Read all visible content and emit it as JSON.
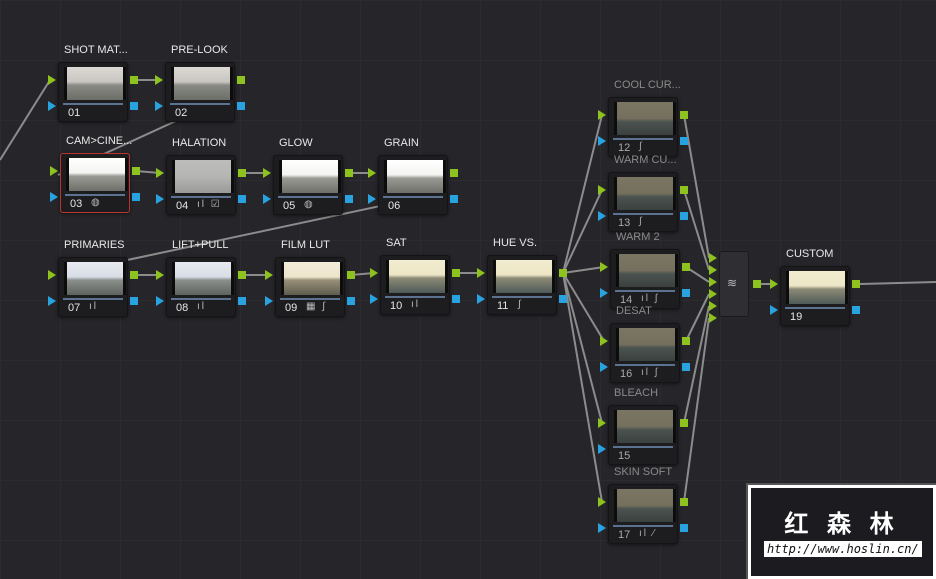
{
  "nodes": [
    {
      "id": "01",
      "label": "SHOT MAT...",
      "icons": "",
      "thumb": "grey",
      "selected": false,
      "dim": false
    },
    {
      "id": "02",
      "label": "PRE-LOOK",
      "icons": "",
      "thumb": "grey",
      "selected": false,
      "dim": false
    },
    {
      "id": "03",
      "label": "CAM>CINE...",
      "icons": "◍",
      "thumb": "bright",
      "selected": true,
      "dim": false
    },
    {
      "id": "04",
      "label": "HALATION",
      "icons": "ıl ☑",
      "thumb": "flat",
      "selected": false,
      "dim": false
    },
    {
      "id": "05",
      "label": "GLOW",
      "icons": "◍",
      "thumb": "bright",
      "selected": false,
      "dim": false
    },
    {
      "id": "06",
      "label": "GRAIN",
      "icons": "",
      "thumb": "bright",
      "selected": false,
      "dim": false
    },
    {
      "id": "07",
      "label": "PRIMARIES",
      "icons": "ıl",
      "thumb": "cool",
      "selected": false,
      "dim": false
    },
    {
      "id": "08",
      "label": "LIFT+PULL",
      "icons": "ıl",
      "thumb": "cool",
      "selected": false,
      "dim": false
    },
    {
      "id": "09",
      "label": "FILM LUT",
      "icons": "▦ ∫",
      "thumb": "warm",
      "selected": false,
      "dim": false
    },
    {
      "id": "10",
      "label": "SAT",
      "icons": "ıl",
      "thumb": "beige",
      "selected": false,
      "dim": false
    },
    {
      "id": "11",
      "label": "HUE VS.",
      "icons": "∫",
      "thumb": "beige",
      "selected": false,
      "dim": false
    },
    {
      "id": "12",
      "label": "COOL CUR...",
      "icons": "∫",
      "thumb": "olive",
      "selected": false,
      "dim": true
    },
    {
      "id": "13",
      "label": "WARM CU...",
      "icons": "∫",
      "thumb": "olive",
      "selected": false,
      "dim": true
    },
    {
      "id": "14",
      "label": "WARM 2",
      "icons": "ıl ∫",
      "thumb": "olive",
      "selected": false,
      "dim": true
    },
    {
      "id": "16",
      "label": "DESAT",
      "icons": "ıl ∫",
      "thumb": "olive",
      "selected": false,
      "dim": true
    },
    {
      "id": "15",
      "label": "BLEACH",
      "icons": "",
      "thumb": "olive",
      "selected": false,
      "dim": true
    },
    {
      "id": "17",
      "label": "SKIN SOFT",
      "icons": "ıl ⁄",
      "thumb": "olive",
      "selected": false,
      "dim": true
    },
    {
      "id": "19",
      "label": "CUSTOM",
      "icons": "",
      "thumb": "beige",
      "selected": false,
      "dim": false
    }
  ],
  "mixer": {
    "icon": "layer-mixer-icon",
    "glyph": "≋"
  },
  "watermark": {
    "title": "红 森 林",
    "url": "http://www.hoslin.cn/"
  },
  "colors": {
    "rgb_port": "#8dc21f",
    "alpha_port": "#29a3e0",
    "selected": "#b8362f"
  }
}
